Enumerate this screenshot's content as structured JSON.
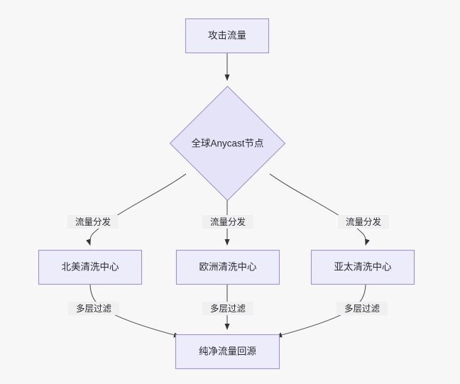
{
  "diagram": {
    "type": "flowchart",
    "direction": "top-down",
    "background_color": "#f7f7f7",
    "node_fill_color": "#ececfb",
    "node_border_color": "#a391cb",
    "edge_color": "#54545c",
    "text_color": "#2b2b33",
    "nodes": [
      {
        "id": "attack",
        "label": "攻击流量",
        "shape": "rect"
      },
      {
        "id": "anycast",
        "label": "全球Anycast节点",
        "shape": "diamond"
      },
      {
        "id": "na",
        "label": "北美清洗中心",
        "shape": "rect"
      },
      {
        "id": "eu",
        "label": "欧洲清洗中心",
        "shape": "rect"
      },
      {
        "id": "apac",
        "label": "亚太清洗中心",
        "shape": "rect"
      },
      {
        "id": "clean",
        "label": "纯净流量回源",
        "shape": "rect"
      }
    ],
    "edges": [
      {
        "from": "attack",
        "to": "anycast",
        "label": ""
      },
      {
        "from": "anycast",
        "to": "na",
        "label": "流量分发"
      },
      {
        "from": "anycast",
        "to": "eu",
        "label": "流量分发"
      },
      {
        "from": "anycast",
        "to": "apac",
        "label": "流量分发"
      },
      {
        "from": "na",
        "to": "clean",
        "label": "多层过滤"
      },
      {
        "from": "eu",
        "to": "clean",
        "label": "多层过滤"
      },
      {
        "from": "apac",
        "to": "clean",
        "label": "多层过滤"
      }
    ]
  }
}
